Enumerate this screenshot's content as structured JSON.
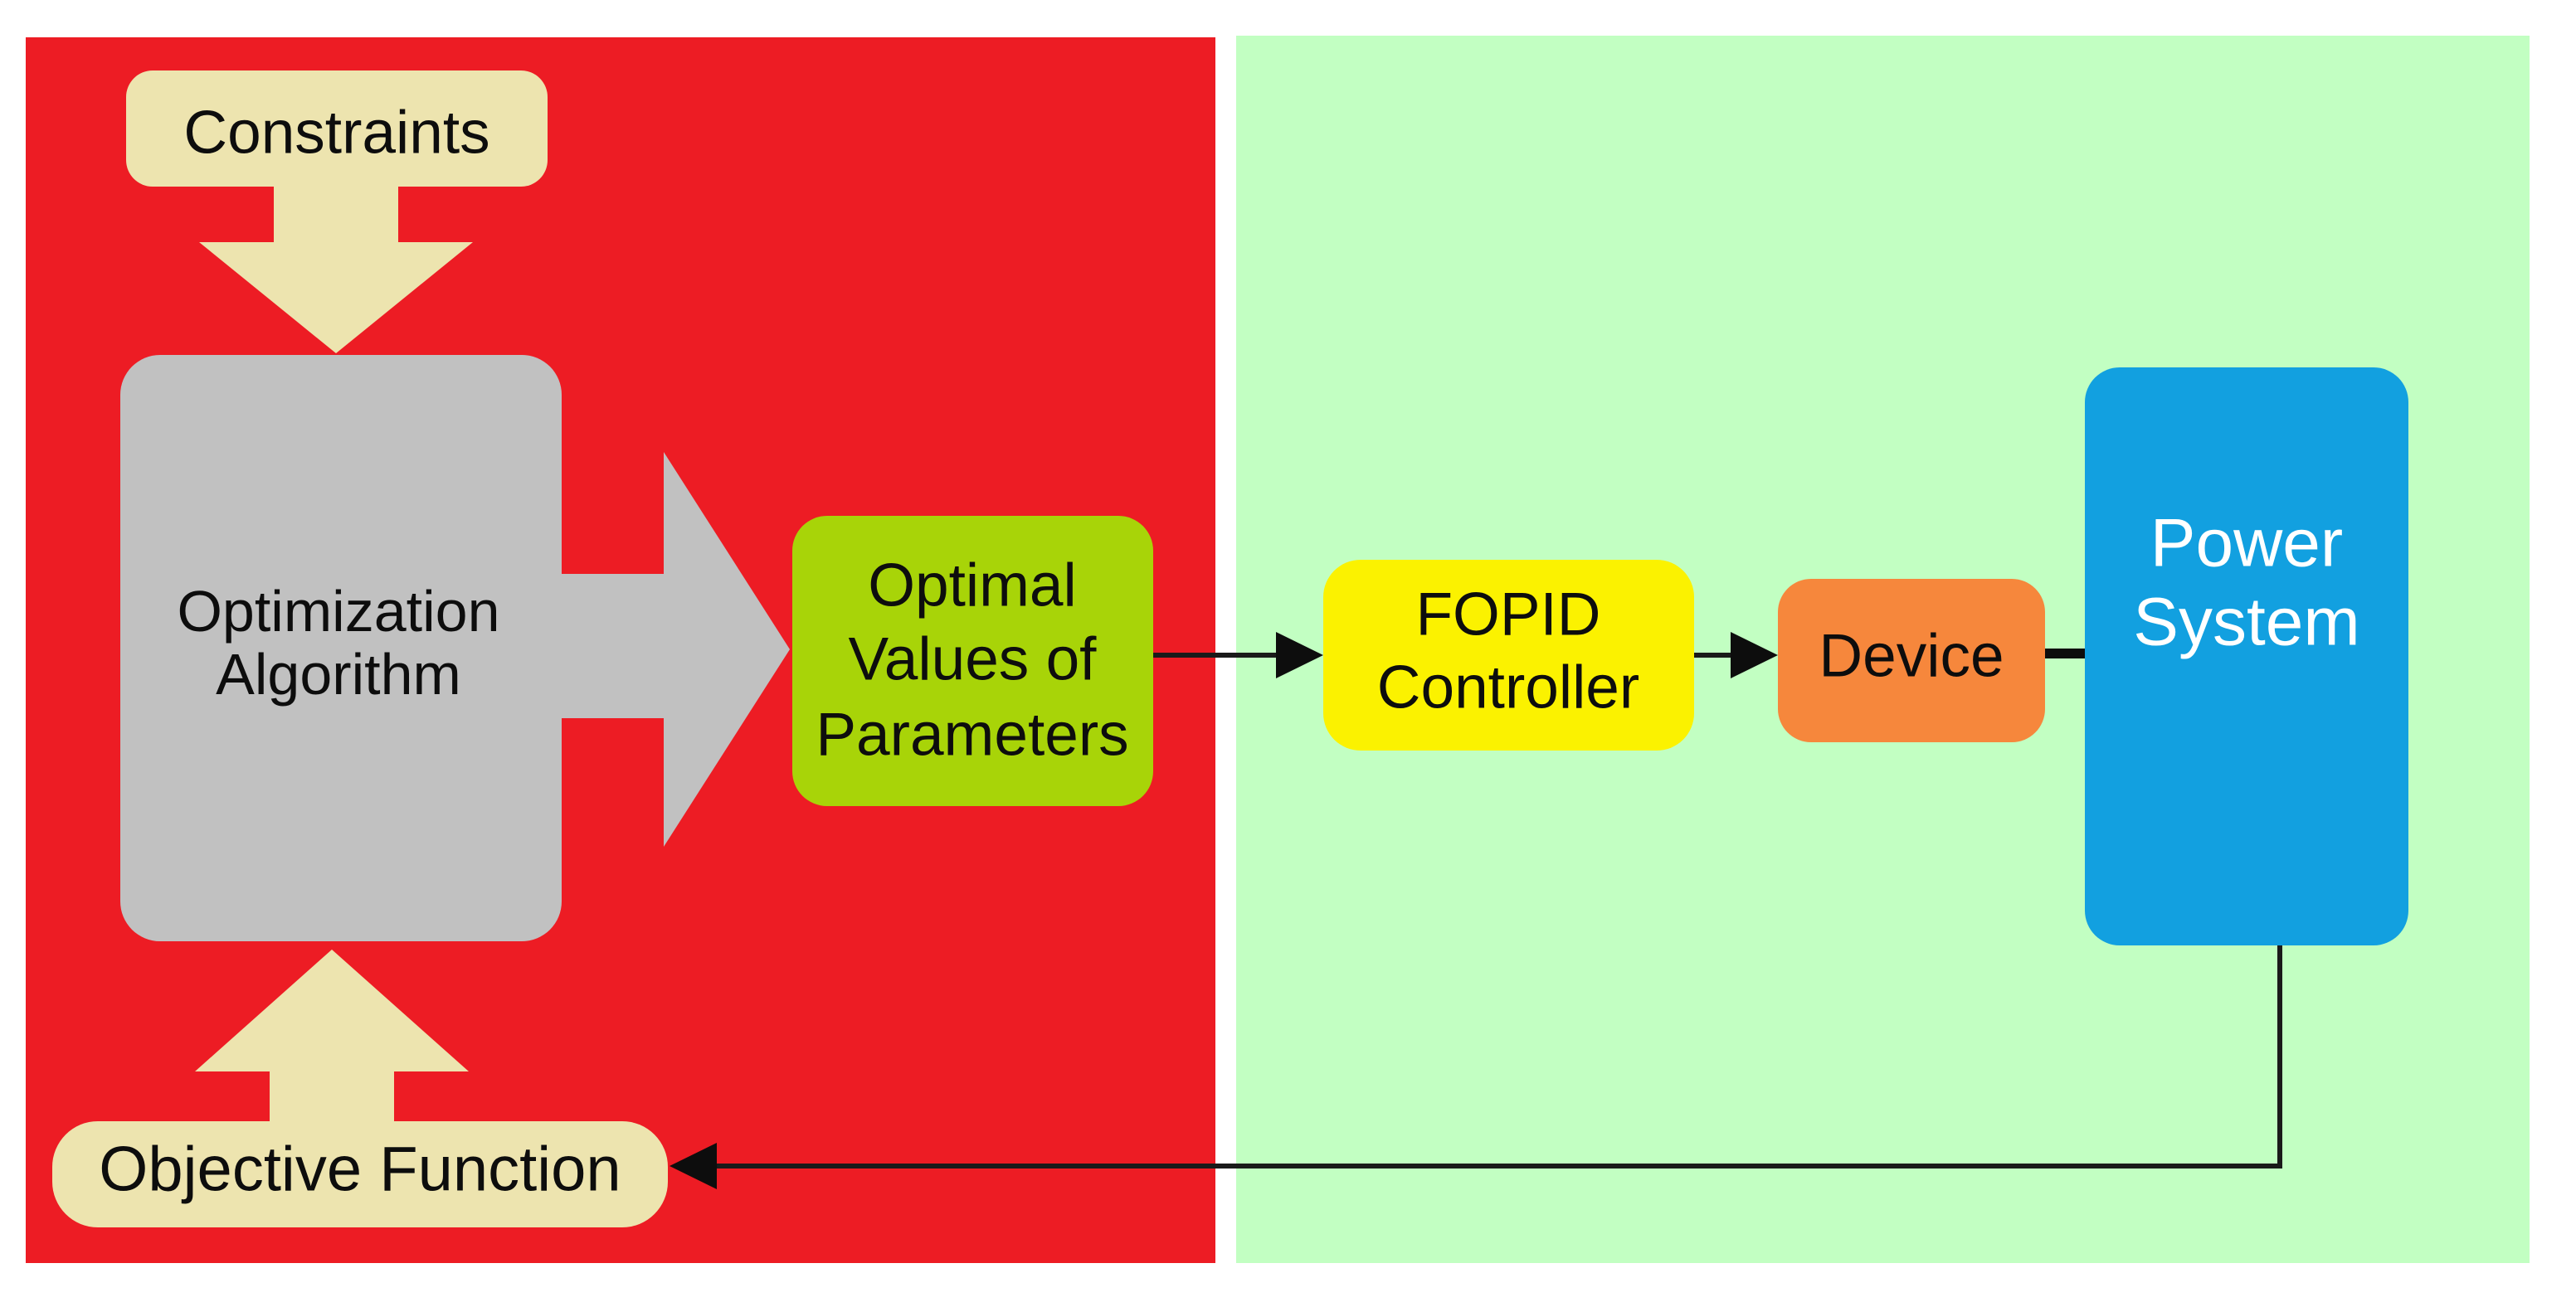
{
  "diagram": {
    "panels": {
      "optimization_stage": {
        "name": "optimization-stage-panel"
      },
      "plant_stage": {
        "name": "plant-stage-panel"
      }
    },
    "nodes": {
      "constraints": {
        "label": "Constraints"
      },
      "optimization_algorithm": {
        "line1": "Optimization",
        "line2": "Algorithm"
      },
      "optimal_values": {
        "line1": "Optimal",
        "line2": "Values of",
        "line3": "Parameters"
      },
      "fopid_controller": {
        "line1": "FOPID",
        "line2": "Controller"
      },
      "device": {
        "label": "Device"
      },
      "power_system": {
        "line1": "Power",
        "line2": "System"
      },
      "objective_function": {
        "label": "Objective Function"
      }
    },
    "colors": {
      "red_panel": "#ED1C24",
      "green_panel": "#C2FFC2",
      "cream": "#EDE4AF",
      "gray": "#C1C1C1",
      "yellow_green": "#A8D408",
      "yellow": "#FBF200",
      "orange": "#F6873C",
      "blue": "#12A0E0",
      "line": "#1a1a1a",
      "text": "#0d0d0d",
      "text_light": "#ffffff"
    }
  }
}
